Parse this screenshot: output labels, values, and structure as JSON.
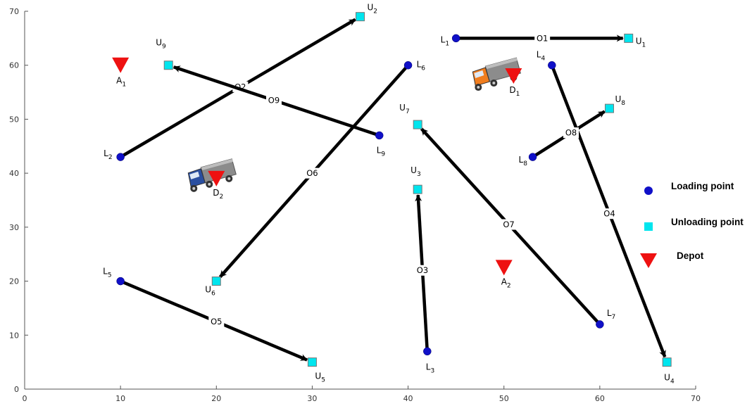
{
  "chart_data": {
    "type": "scatter",
    "xlim": [
      0,
      70
    ],
    "ylim": [
      0,
      70
    ],
    "x_ticks": [
      0,
      10,
      20,
      30,
      40,
      50,
      60,
      70
    ],
    "y_ticks": [
      0,
      10,
      20,
      30,
      40,
      50,
      60,
      70
    ],
    "grid": false,
    "legend_position": "right",
    "colors": {
      "loading_point": "#1010c8",
      "unloading_point": "#00e5ee",
      "depot": "#ee1111",
      "route": "#000000"
    },
    "legend": [
      {
        "label": "Loading point",
        "marker": "circle"
      },
      {
        "label": "Unloading point",
        "marker": "square"
      },
      {
        "label": "Depot",
        "marker": "triangle-down"
      }
    ],
    "loading_points": [
      {
        "name": "L",
        "sub": "1",
        "x": 45,
        "y": 65
      },
      {
        "name": "L",
        "sub": "2",
        "x": 10,
        "y": 43
      },
      {
        "name": "L",
        "sub": "3",
        "x": 42,
        "y": 7
      },
      {
        "name": "L",
        "sub": "4",
        "x": 55,
        "y": 60
      },
      {
        "name": "L",
        "sub": "5",
        "x": 10,
        "y": 20
      },
      {
        "name": "L",
        "sub": "6",
        "x": 40,
        "y": 60
      },
      {
        "name": "L",
        "sub": "7",
        "x": 60,
        "y": 12
      },
      {
        "name": "L",
        "sub": "8",
        "x": 53,
        "y": 43
      },
      {
        "name": "L",
        "sub": "9",
        "x": 37,
        "y": 47
      }
    ],
    "unloading_points": [
      {
        "name": "U",
        "sub": "1",
        "x": 63,
        "y": 65
      },
      {
        "name": "U",
        "sub": "2",
        "x": 35,
        "y": 69
      },
      {
        "name": "U",
        "sub": "3",
        "x": 41,
        "y": 37
      },
      {
        "name": "U",
        "sub": "4",
        "x": 67,
        "y": 5
      },
      {
        "name": "U",
        "sub": "5",
        "x": 30,
        "y": 5
      },
      {
        "name": "U",
        "sub": "6",
        "x": 20,
        "y": 20
      },
      {
        "name": "U",
        "sub": "7",
        "x": 41,
        "y": 49
      },
      {
        "name": "U",
        "sub": "8",
        "x": 61,
        "y": 52
      },
      {
        "name": "U",
        "sub": "9",
        "x": 15,
        "y": 60
      }
    ],
    "depots": [
      {
        "name": "A",
        "sub": "1",
        "x": 10,
        "y": 60
      },
      {
        "name": "A",
        "sub": "2",
        "x": 50,
        "y": 22.5
      },
      {
        "name": "D",
        "sub": "1",
        "x": 51,
        "y": 58
      },
      {
        "name": "D",
        "sub": "2",
        "x": 20,
        "y": 39
      }
    ],
    "orders": [
      {
        "label": "O1",
        "from": "L1",
        "to": "U1"
      },
      {
        "label": "O2",
        "from": "L2",
        "to": "U2"
      },
      {
        "label": "O3",
        "from": "L3",
        "to": "U3"
      },
      {
        "label": "O4",
        "from": "L4",
        "to": "U4"
      },
      {
        "label": "O5",
        "from": "L5",
        "to": "U5"
      },
      {
        "label": "O6",
        "from": "L6",
        "to": "U6"
      },
      {
        "label": "O7",
        "from": "L7",
        "to": "U7"
      },
      {
        "label": "O8",
        "from": "L8",
        "to": "U8"
      },
      {
        "label": "O9",
        "from": "L9",
        "to": "U9"
      }
    ],
    "trucks": [
      {
        "icon": "truck-icon",
        "at": "D1",
        "color": "#f07d1e"
      },
      {
        "icon": "truck-icon",
        "at": "D2",
        "color": "#2a4fa0"
      }
    ]
  }
}
